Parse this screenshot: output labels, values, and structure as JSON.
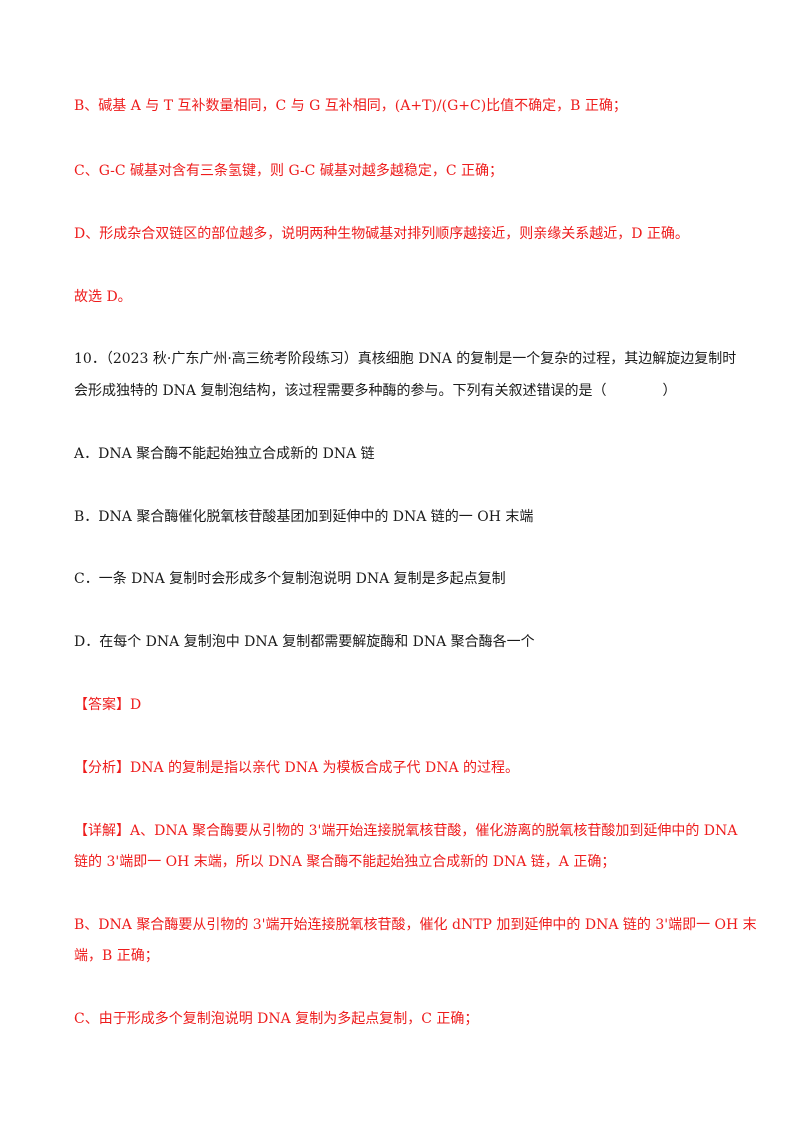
{
  "prev_question_detail": {
    "option_b": "B、碱基 A 与 T 互补数量相同，C 与 G 互补相同，(A+T)/(G+C)比值不确定，B 正确；",
    "option_c": "C、G-C 碱基对含有三条氢键，则 G-C 碱基对越多越稳定，C 正确；",
    "option_d": "D、形成杂合双链区的部位越多，说明两种生物碱基对排列顺序越接近，则亲缘关系越近，D 正确。",
    "conclusion": "故选 D。"
  },
  "question": {
    "stem_line1": "10．（2023 秋·广东广州·高三统考阶段练习）真核细胞 DNA 的复制是一个复杂的过程，其边解旋边复制时",
    "stem_line2": "会形成独特的 DNA 复制泡结构，该过程需要多种酶的参与。下列有关叙述错误的是（　　　　）",
    "options": {
      "a": "A．DNA 聚合酶不能起始独立合成新的 DNA 链",
      "b": "B．DNA 聚合酶催化脱氧核苷酸基团加到延伸中的 DNA 链的一 OH 末端",
      "c": "C．一条 DNA 复制时会形成多个复制泡说明 DNA 复制是多起点复制",
      "d": "D．在每个 DNA 复制泡中 DNA 复制都需要解旋酶和 DNA 聚合酶各一个"
    }
  },
  "answer": "【答案】D",
  "analysis": "【分析】DNA 的复制是指以亲代 DNA 为模板合成子代 DNA 的过程。",
  "detail": {
    "a_line1": "【详解】A、DNA 聚合酶要从引物的 3'端开始连接脱氧核苷酸，催化游离的脱氧核苷酸加到延伸中的 DNA",
    "a_line2": "链的 3'端即一 OH 末端，所以 DNA 聚合酶不能起始独立合成新的 DNA 链，A 正确；",
    "b_line1": "B、DNA 聚合酶要从引物的 3'端开始连接脱氧核苷酸，催化 dNTP 加到延伸中的 DNA 链的 3'端即一 OH 末",
    "b_line2": "端，B 正确；",
    "c": "C、由于形成多个复制泡说明 DNA 复制为多起点复制，C 正确；"
  },
  "colors": {
    "answer_red": "#ee1c1c",
    "body_text": "#1a1a1a"
  }
}
